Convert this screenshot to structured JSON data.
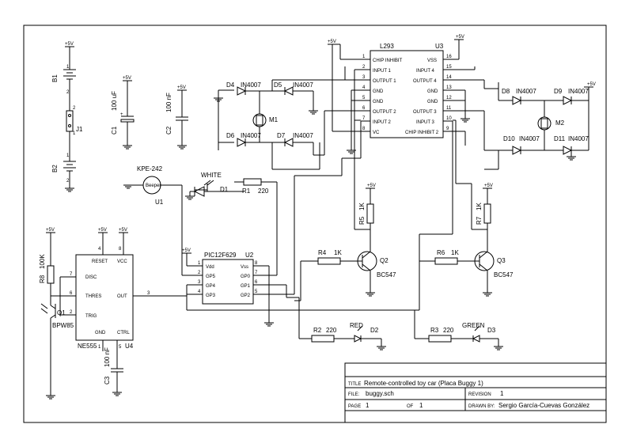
{
  "title_block": {
    "title_label": "TITLE",
    "title": "Remote-controlled toy car (Placa Buggy 1)",
    "file_label": "FILE:",
    "file": "buggy.sch",
    "revision_label": "REVISION",
    "revision": "1",
    "page_label": "PAGE",
    "page": "1",
    "of_label": "OF",
    "of": "1",
    "drawn_label": "DRAWN BY:",
    "drawn_by": "Sergio García-Cuevas González"
  },
  "power": {
    "vcc": "+5V"
  },
  "components": {
    "b1": "B1",
    "b2": "B2",
    "j1": "J1",
    "c1": "C1",
    "c1_val": "100 uF",
    "c2": "C2",
    "c2_val": "100 nF",
    "c3": "C3",
    "c3_val": "100 nF",
    "u1": "U1",
    "u1_part": "KPE-242",
    "u1_body": "Beeper",
    "d1": "D1",
    "d1_val": "WHITE",
    "r1": "R1",
    "r1_val": "220",
    "r2": "R2",
    "r2_val": "220",
    "r3": "R3",
    "r3_val": "220",
    "r4": "R4",
    "r4_val": "1K",
    "r5": "R5",
    "r5_val": "1K",
    "r6": "R6",
    "r6_val": "1K",
    "r7": "R7",
    "r7_val": "1K",
    "r8": "R8",
    "r8_val": "100K",
    "d2": "D2",
    "d2_val": "RED",
    "d3": "D3",
    "d3_val": "GREEN",
    "q1": "Q1",
    "q1_val": "BPW85",
    "q2": "Q2",
    "q2_val": "BC547",
    "q3": "Q3",
    "q3_val": "BC547",
    "m1": "M1",
    "m2": "M2",
    "d4": "D4",
    "d5": "D5",
    "d6": "D6",
    "d7": "D7",
    "d8": "D8",
    "d9": "D9",
    "d10": "D10",
    "d11": "D11",
    "diode_val": "IN4007",
    "u2": "U2",
    "u2_part": "PIC12F629",
    "u3": "U3",
    "u3_part": "L293",
    "u4": "U4",
    "u4_part": "NE555"
  },
  "u4_pins": {
    "reset": "RESET",
    "vcc": "VCC",
    "disc": "DISC",
    "thres": "THRES",
    "trig": "TRIG",
    "out": "OUT",
    "gnd": "GND",
    "ctrl": "CTRL"
  },
  "u2_pins": {
    "vdd": "Vdd",
    "gp5": "GP5",
    "gp4": "GP4",
    "gp3": "GP3",
    "vss": "Vss",
    "gp0": "GP0",
    "gp1": "GP1",
    "gp2": "GP2"
  },
  "u3_pins": {
    "l1": "CHIP INHIBIT",
    "l2": "INPUT 1",
    "l3": "OUTPUT 1",
    "l4": "GND",
    "l5": "GND",
    "l6": "OUTPUT 2",
    "l7": "INPUT 2",
    "l8": "VC",
    "r16": "VSS",
    "r15": "INPUT 4",
    "r14": "OUTPUT 4",
    "r13": "GND",
    "r12": "GND",
    "r11": "OUTPUT 3",
    "r10": "INPUT 3",
    "r9": "CHIP INHIBIT 2"
  },
  "pin_numbers": {
    "n1": "1",
    "n2": "2",
    "n3": "3",
    "n4": "4",
    "n5": "5",
    "n6": "6",
    "n7": "7",
    "n8": "8",
    "n9": "9",
    "n10": "10",
    "n11": "11",
    "n12": "12",
    "n13": "13",
    "n14": "14",
    "n15": "15",
    "n16": "16"
  }
}
